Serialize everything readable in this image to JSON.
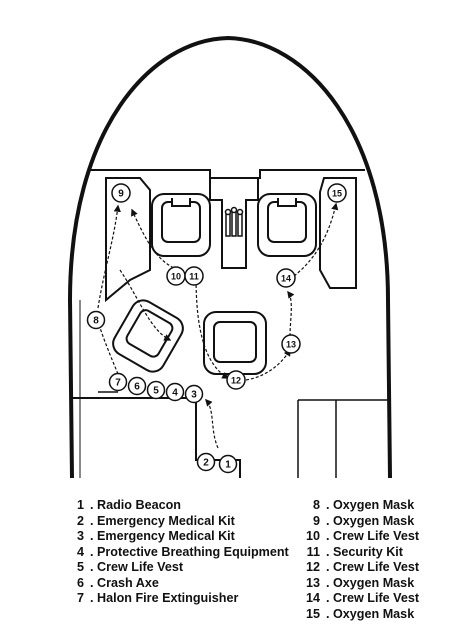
{
  "equipment": [
    {
      "num": "1",
      "label": "Radio Beacon"
    },
    {
      "num": "2",
      "label": "Emergency Medical Kit"
    },
    {
      "num": "3",
      "label": "Emergency Medical Kit"
    },
    {
      "num": "4",
      "label": "Protective Breathing Equipment"
    },
    {
      "num": "5",
      "label": "Crew Life Vest"
    },
    {
      "num": "6",
      "label": "Crash Axe"
    },
    {
      "num": "7",
      "label": "Halon Fire Extinguisher"
    },
    {
      "num": "8",
      "label": "Oxygen Mask"
    },
    {
      "num": "9",
      "label": "Oxygen Mask"
    },
    {
      "num": "10",
      "label": "Crew Life Vest"
    },
    {
      "num": "11",
      "label": "Security Kit"
    },
    {
      "num": "12",
      "label": "Crew Life Vest"
    },
    {
      "num": "13",
      "label": "Oxygen Mask"
    },
    {
      "num": "14",
      "label": "Crew Life Vest"
    },
    {
      "num": "15",
      "label": "Oxygen Mask"
    }
  ]
}
